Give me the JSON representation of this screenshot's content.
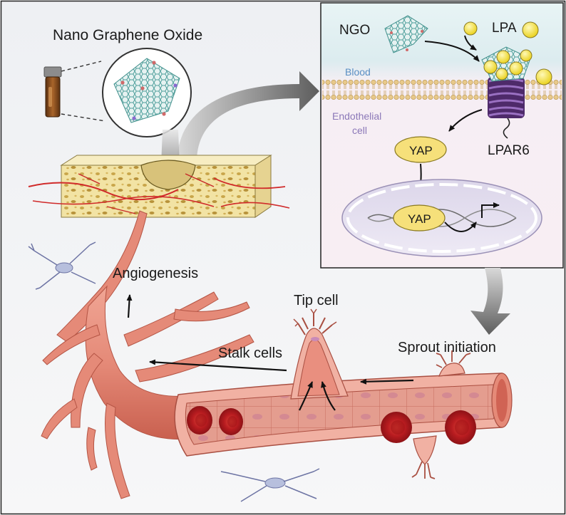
{
  "labels": {
    "title": "Nano Graphene Oxide",
    "ngo": "NGO",
    "lpa": "LPA",
    "blood": "Blood",
    "endothelial_line1": "Endothelial",
    "endothelial_line2": "cell",
    "yap_top": "YAP",
    "yap_nucleus": "YAP",
    "lpar6": "LPAR6",
    "angiogenesis": "Angiogenesis",
    "tip_cell": "Tip cell",
    "stalk_cells": "Stalk cells",
    "sprout_initiation": "Sprout initiation"
  },
  "colors": {
    "vessel": "#e58a78",
    "vessel_dark": "#c9604f",
    "rbc": "#c8262a",
    "bone": "#f3e4a8",
    "yap_fill": "#f6e07a",
    "lpa_fill": "#f7e24c",
    "receptor": "#6b3c8c",
    "graphene": "#5aa9a5",
    "blood_text": "#5a8fc4",
    "endothelial_text": "#8b78b8"
  }
}
